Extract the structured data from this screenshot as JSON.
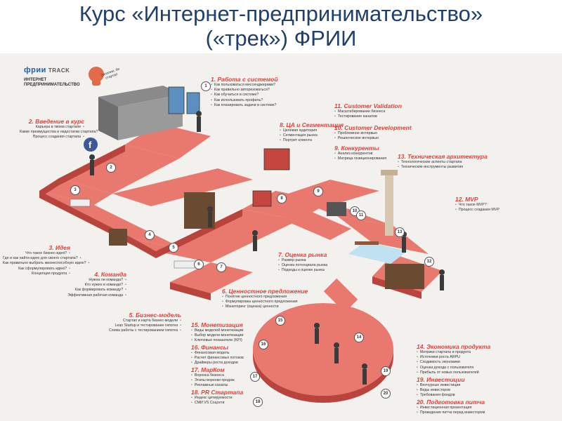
{
  "slide": {
    "title_line1": "Курс «Интернет-предпринимательство»",
    "title_line2": "(«трек») ФРИИ"
  },
  "logo": {
    "brand": "фрии",
    "track": "TRACK",
    "subtitle": "ИНТЕРНЕТ ПРЕДПРИНИМАТЕЛЬСТВО"
  },
  "speech_bubble": "Заполни, бе стартап",
  "sections": [
    {
      "id": "s1",
      "title": "1. Работа с системой",
      "items": [
        "Как пользоваться мессенджерами?",
        "Как правильно авторизоваться?",
        "Как обучаться в системе?",
        "Как использовать профиль?",
        "Как планировать задачи в системе?"
      ]
    },
    {
      "id": "s2",
      "title": "2. Введение в курс",
      "items": [
        "Карьера в твоем стартапе",
        "Какие преимущества и недостатки стартапа?",
        "Процесс создания стартапа"
      ]
    },
    {
      "id": "s3",
      "title": "3. Идея",
      "items": [
        "Что такое бизнес-идея?",
        "Где и как найти идею для своего стартапа?",
        "Как правильно выбрать жизнеспособную идею?",
        "Как сформулировать идею?",
        "Концепция продукта"
      ]
    },
    {
      "id": "s4",
      "title": "4. Команда",
      "items": [
        "Нужна ли команда?",
        "Кто нужен в команде?",
        "Как формировать команду?",
        "Эффективная рабочая команда"
      ]
    },
    {
      "id": "s5",
      "title": "5. Бизнес-модель",
      "items": [
        "Стартап и карта бизнес-модели",
        "Lean Startup и тестирование гипотез",
        "Схема работы с тестированием гипотез"
      ]
    },
    {
      "id": "s6",
      "title": "6. Ценностное предложение",
      "items": [
        "Понятие ценностного предложения",
        "Формулировка ценностного предложения",
        "Мониторинг (оценка) ценности"
      ]
    },
    {
      "id": "s7",
      "title": "7. Оценка рынка",
      "items": [
        "Размер рынка",
        "Оценка потенциала рынка",
        "Подходы к оценке рынка"
      ]
    },
    {
      "id": "s8",
      "title": "8. ЦА и Сегментация",
      "items": [
        "Целевая аудитория",
        "Сегментация рынка",
        "Портрет клиента"
      ]
    },
    {
      "id": "s9",
      "title": "9. Конкуренты",
      "items": [
        "Анализ конкурентов",
        "Матрица позиционирования"
      ]
    },
    {
      "id": "s10",
      "title": "10. Customer Development",
      "items": [
        "Проблемное интервью",
        "Решенческое интервью"
      ]
    },
    {
      "id": "s11",
      "title": "11. Customer Validation",
      "items": [
        "Масштабирование бизнеса",
        "Тестирование каналов"
      ]
    },
    {
      "id": "s12",
      "title": "12. MVP",
      "items": [
        "Что такое MVP?",
        "Процесс создания MVP"
      ]
    },
    {
      "id": "s13",
      "title": "13. Техническая архитектура",
      "items": [
        "Технологические аспекты стартапа",
        "Технические инструменты развития"
      ]
    },
    {
      "id": "s14",
      "title": "14. Экономика продукта",
      "items": [
        "Метрики стартапа и продукта",
        "Источники роста ARPU",
        "Сходимость экономики",
        "Оценка дохода с пользователя",
        "Прибыль от новых пользователей"
      ]
    },
    {
      "id": "s15",
      "title": "15. Монетизация",
      "items": [
        "Виды моделей монетизации",
        "Выбор модели монетизации",
        "Ключевые показатели (KPI)"
      ]
    },
    {
      "id": "s16",
      "title": "16. Финансы",
      "items": [
        "Финансовая модель",
        "Расчет финансовых потоков",
        "Драйверы роста доходов"
      ]
    },
    {
      "id": "s17",
      "title": "17. МарКом",
      "items": [
        "Воронка бизнеса",
        "Этапы воронки продаж",
        "Рекламные каналы"
      ]
    },
    {
      "id": "s18",
      "title": "18. PR Стартапа",
      "items": [
        "Индекс цитируемости",
        "СМИ VS Соцсети"
      ]
    },
    {
      "id": "s19",
      "title": "19. Инвестиции",
      "items": [
        "Венчурные инвестиции",
        "Виды инвесторов",
        "Требования фондов"
      ]
    },
    {
      "id": "s20",
      "title": "20. Подготовка питча",
      "items": [
        "Инвестиционная презентация",
        "Проведение питча перед инвестором"
      ]
    }
  ],
  "stops": [
    "1",
    "2",
    "3",
    "4",
    "5",
    "6",
    "7",
    "8",
    "9",
    "10",
    "11",
    "12",
    "13",
    "14",
    "15",
    "16",
    "17",
    "18",
    "19",
    "20"
  ],
  "colors": {
    "title": "#1f3f6d",
    "accent": "#e0413a",
    "floor_top": "#e9786f",
    "floor_side": "#b8443d",
    "bg": "#f3f1ee"
  }
}
